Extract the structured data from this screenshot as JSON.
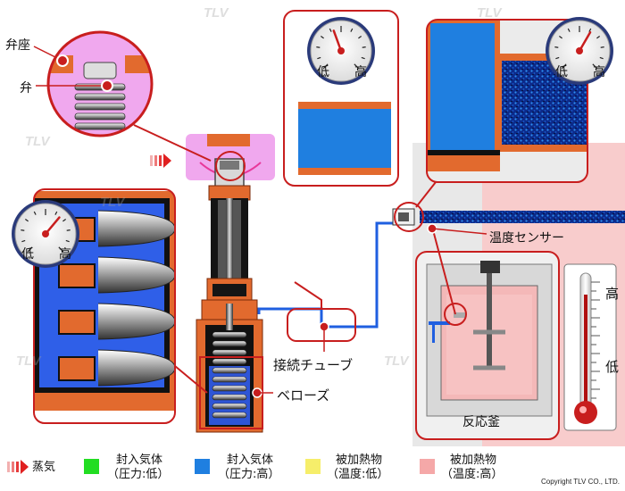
{
  "labels": {
    "valve_seat": "弁座",
    "valve": "弁",
    "connecting_tube": "接続チューブ",
    "bellows": "ベローズ",
    "temp_sensor": "温度センサー",
    "reactor": "反応釜",
    "thermo_high": "高",
    "thermo_low": "低"
  },
  "gauges": {
    "low": "低",
    "high": "高"
  },
  "legend": [
    {
      "text1": "蒸気",
      "text2": "",
      "color": "#e02020"
    },
    {
      "text1": "封入気体",
      "text2": "（圧力:低）",
      "color": "#22dd22"
    },
    {
      "text1": "封入気体",
      "text2": "（圧力:高）",
      "color": "#1f7fe0"
    },
    {
      "text1": "被加熱物",
      "text2": "（温度:低）",
      "color": "#f6ee6a"
    },
    {
      "text1": "被加熱物",
      "text2": "（温度:高）",
      "color": "#f5a8a8"
    }
  ],
  "watermark": "TLV",
  "copyright": "Copyright TLV CO., LTD."
}
